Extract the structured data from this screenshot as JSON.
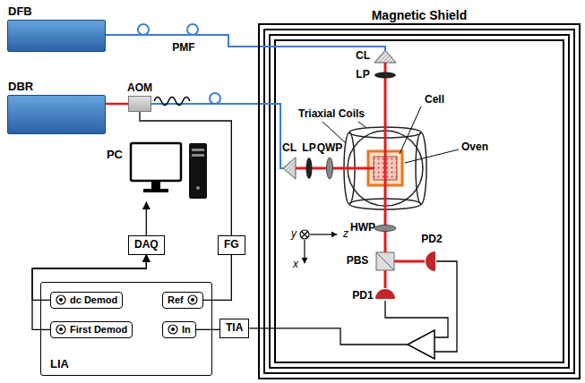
{
  "diagram": {
    "nodes": [
      {
        "text": [
          "DFB"
        ]
      },
      {
        "text": [
          "DBR"
        ]
      },
      {
        "text": [
          "AOM"
        ]
      },
      {
        "text": [
          "PC"
        ]
      },
      {
        "text": [
          "DAQ"
        ]
      },
      {
        "text": [
          "FG"
        ]
      },
      {
        "text": [
          "LIA"
        ]
      },
      {
        "text": [
          "dc Demod"
        ],
        "in": 6
      },
      {
        "text": [
          "First Demod"
        ],
        "in": 6
      },
      {
        "text": [
          "Ref"
        ],
        "in": 6
      },
      {
        "text": [
          "In"
        ],
        "in": 6
      },
      {
        "text": [
          "TIA"
        ]
      },
      {
        "text": [
          "Magnetic Shield"
        ]
      }
    ],
    "edges": [
      {
        "from": 1,
        "to": 2,
        "arrow": "none"
      },
      {
        "from": 5,
        "to": 2,
        "arrow": "none"
      },
      {
        "from": 5,
        "to": 9,
        "arrow": "none"
      },
      {
        "from": 11,
        "to": 10,
        "arrow": "none"
      },
      {
        "from": 7,
        "to": 4,
        "arrow": "to"
      },
      {
        "from": 8,
        "to": 4,
        "arrow": "to"
      },
      {
        "from": 4,
        "to": 3,
        "arrow": "to"
      }
    ],
    "labels": [
      "PMF",
      "CL",
      "LP",
      "Triaxial Coils",
      "Cell",
      "Oven",
      "CL",
      "LP",
      "QWP",
      "HWP",
      "PBS",
      "PD2",
      "PD1",
      "y",
      "z",
      "x"
    ]
  }
}
